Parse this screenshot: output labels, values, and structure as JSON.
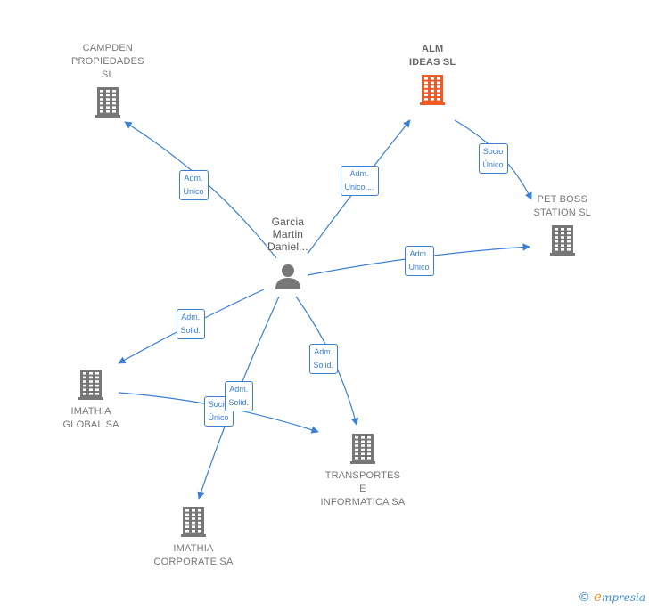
{
  "colors": {
    "edge": "#3a7fd5",
    "company": "#777777",
    "focus_company": "#f05a28",
    "person": "#777777"
  },
  "people": [
    {
      "id": "p1",
      "label": [
        "Garcia",
        "Martin",
        "Daniel..."
      ],
      "icon": "person-icon"
    }
  ],
  "companies": [
    {
      "id": "c1",
      "label": [
        "CAMPDEN",
        "PROPIEDADES",
        "SL"
      ],
      "icon": "building-icon",
      "focus": false
    },
    {
      "id": "c2",
      "label": [
        "ALM",
        "IDEAS  SL"
      ],
      "icon": "building-icon",
      "focus": true
    },
    {
      "id": "c3",
      "label": [
        "PET BOSS",
        "STATION  SL"
      ],
      "icon": "building-icon",
      "focus": false
    },
    {
      "id": "c4",
      "label": [
        "IMATHIA",
        "GLOBAL SA"
      ],
      "icon": "building-icon",
      "focus": false
    },
    {
      "id": "c5",
      "label": [
        "TRANSPORTES",
        "E",
        "INFORMATICA SA"
      ],
      "icon": "building-icon",
      "focus": false
    },
    {
      "id": "c6",
      "label": [
        "IMATHIA",
        "CORPORATE SA"
      ],
      "icon": "building-icon",
      "focus": false
    }
  ],
  "edges": [
    {
      "id": "e1",
      "from": "p1",
      "to": "c1",
      "label": [
        "Adm.",
        "Unico"
      ]
    },
    {
      "id": "e2",
      "from": "p1",
      "to": "c2",
      "label": [
        "Adm.",
        "Unico,..."
      ]
    },
    {
      "id": "e3",
      "from": "c2",
      "to": "c3",
      "label": [
        "Socio",
        "Único"
      ]
    },
    {
      "id": "e4",
      "from": "p1",
      "to": "c3",
      "label": [
        "Adm.",
        "Unico"
      ]
    },
    {
      "id": "e5",
      "from": "p1",
      "to": "c4",
      "label": [
        "Adm.",
        "Solid."
      ]
    },
    {
      "id": "e6",
      "from": "p1",
      "to": "c5",
      "label": [
        "Adm.",
        "Solid."
      ]
    },
    {
      "id": "e7",
      "from": "c4",
      "to": "c5",
      "label": [
        "Socio",
        "Único"
      ]
    },
    {
      "id": "e8",
      "from": "p1",
      "to": "c6",
      "label": [
        "Adm.",
        "Solid."
      ]
    }
  ],
  "footer": {
    "copyright_symbol": "©",
    "brand_initial": "e",
    "brand_rest": "mpresia"
  }
}
